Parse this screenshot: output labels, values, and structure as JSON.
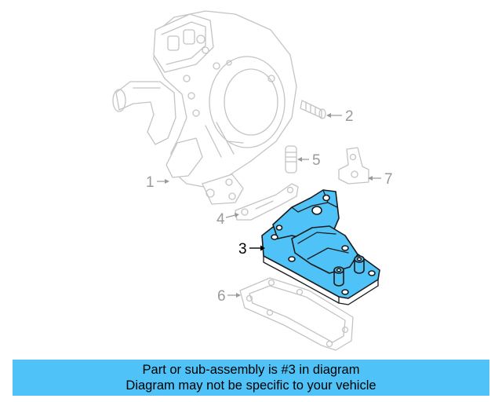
{
  "colors": {
    "highlight": "#4fc3f7",
    "banner": "#4fc3f7",
    "ghost": "#c4c4c4",
    "outline": "#1a1a1a",
    "callout_text": "#9a9a9a",
    "callout_active": "#000000"
  },
  "callouts": [
    {
      "number": "1",
      "highlighted": false
    },
    {
      "number": "2",
      "highlighted": false
    },
    {
      "number": "3",
      "highlighted": true
    },
    {
      "number": "4",
      "highlighted": false
    },
    {
      "number": "5",
      "highlighted": false
    },
    {
      "number": "6",
      "highlighted": false
    },
    {
      "number": "7",
      "highlighted": false
    }
  ],
  "banner": {
    "line1": "Part or sub-assembly is #3 in diagram",
    "line2": "Diagram may not be specific to your vehicle"
  }
}
